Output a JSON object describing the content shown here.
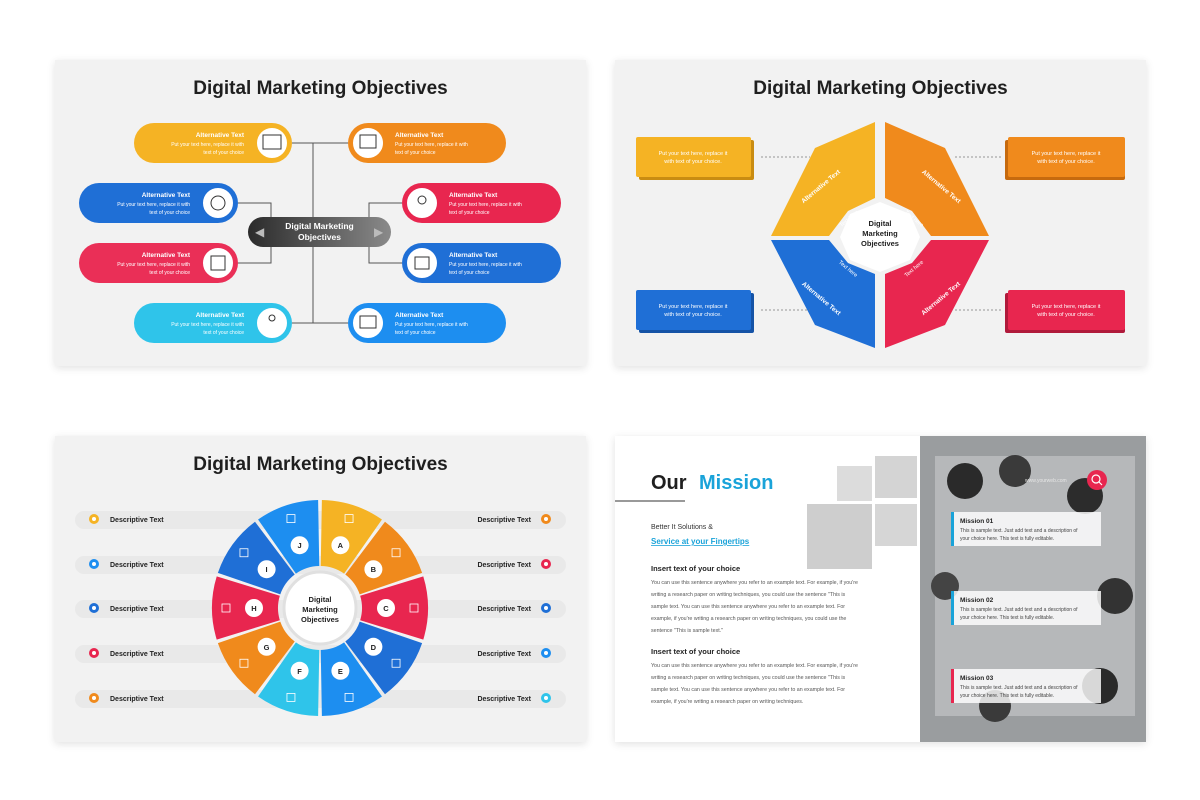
{
  "slide1": {
    "title": "Digital Marketing Objectives",
    "center_label_line1": "Digital Marketing",
    "center_label_line2": "Objectives",
    "items": [
      {
        "title": "Alternative Text",
        "line1": "Put your text here, replace it with",
        "line2": "text of your choice",
        "icon": "board-icon",
        "color": "#f5b324"
      },
      {
        "title": "Alternative Text",
        "line1": "Put your text here, replace it with",
        "line2": "text of your choice",
        "icon": "presentation-icon",
        "color": "#f08a1c"
      },
      {
        "title": "Alternative Text",
        "line1": "Put your text here, replace it with",
        "line2": "text of your choice",
        "icon": "handshake-icon",
        "color": "#1f6fd6"
      },
      {
        "title": "Alternative Text",
        "line1": "Put your text here, replace it with",
        "line2": "text of your choice",
        "icon": "meeting-icon",
        "color": "#e8264f"
      },
      {
        "title": "Alternative Text",
        "line1": "Put your text here, replace it with",
        "line2": "text of your choice",
        "icon": "calendar-icon",
        "color": "#ea2f57"
      },
      {
        "title": "Alternative Text",
        "line1": "Put your text here, replace it with",
        "line2": "text of your choice",
        "icon": "flowchart-icon",
        "color": "#1f6fd6"
      },
      {
        "title": "Alternative Text",
        "line1": "Put your text here, replace it with",
        "line2": "text of your choice",
        "icon": "hierarchy-icon",
        "color": "#2fc4ea"
      },
      {
        "title": "Alternative Text",
        "line1": "Put your text here, replace it with",
        "line2": "text of your choice",
        "icon": "desk-icon",
        "color": "#1d8ef0"
      }
    ]
  },
  "slide2": {
    "title": "Digital Marketing Objectives",
    "center_line1": "Digital",
    "center_line2": "Marketing",
    "center_line3": "Objectives",
    "segment_outer_label": "Alternative Text",
    "segment_inner_label": "Text here",
    "boxes": [
      {
        "line1": "Put your text here, replace it",
        "line2": "with text of your choice.",
        "color": "#f5b324"
      },
      {
        "line1": "Put your text here, replace it",
        "line2": "with text of your choice.",
        "color": "#f08a1c"
      },
      {
        "line1": "Put your text here, replace it",
        "line2": "with text of your choice.",
        "color": "#1f6fd6"
      },
      {
        "line1": "Put your text here, replace it",
        "line2": "with text of your choice.",
        "color": "#e8264f"
      }
    ],
    "colors": [
      "#f5b324",
      "#f08a1c",
      "#1f6fd6",
      "#e8264f"
    ]
  },
  "slide3": {
    "title": "Digital Marketing Objectives",
    "center_line1": "Digital",
    "center_line2": "Marketing",
    "center_line3": "Objectives",
    "letters": [
      "A",
      "B",
      "C",
      "D",
      "E",
      "F",
      "G",
      "H",
      "I",
      "J"
    ],
    "segment_colors": [
      "#f5b324",
      "#f08a1c",
      "#e8264f",
      "#1f6fd6",
      "#1d8ef0",
      "#2fc4ea",
      "#f08a1c",
      "#e8264f",
      "#1f6fd6",
      "#1d8ef0"
    ],
    "left_labels": [
      {
        "text": "Descriptive Text",
        "color": "#f5b324"
      },
      {
        "text": "Descriptive Text",
        "color": "#1d8ef0"
      },
      {
        "text": "Descriptive Text",
        "color": "#1f6fd6"
      },
      {
        "text": "Descriptive Text",
        "color": "#e8264f"
      },
      {
        "text": "Descriptive Text",
        "color": "#f08a1c"
      }
    ],
    "right_labels": [
      {
        "text": "Descriptive Text",
        "color": "#f08a1c"
      },
      {
        "text": "Descriptive Text",
        "color": "#e8264f"
      },
      {
        "text": "Descriptive Text",
        "color": "#1f6fd6"
      },
      {
        "text": "Descriptive Text",
        "color": "#1d8ef0"
      },
      {
        "text": "Descriptive Text",
        "color": "#2fc4ea"
      }
    ]
  },
  "slide4": {
    "title_our": "Our",
    "title_mission": "Mission",
    "subtitle": "Better It Solutions &",
    "link": "Service at your Fingertips",
    "website": "www.yourweb.com",
    "sections": [
      {
        "heading": "Insert text of your choice",
        "lines": [
          "You can use this sentence anywhere you refer to an example text. For example, if you're",
          "writing a research paper on writing techniques, you could use the sentence \"This is",
          "sample text. You can use this sentence anywhere you refer to an example text. For",
          "example, if you're writing a research paper on writing techniques, you could use the",
          "sentence \"This is sample text.\""
        ]
      },
      {
        "heading": "Insert text of your choice",
        "lines": [
          "You can use this sentence anywhere you refer to an example text. For example, if you're",
          "writing a research paper on writing techniques, you could use the sentence \"This is",
          "sample text. You can use this sentence anywhere you refer to an example text. For",
          "example, if you're writing a research paper on writing techniques."
        ]
      }
    ],
    "missions": [
      {
        "title": "Mission 01",
        "line1": "This is sample text. Just add text and a description of",
        "line2": "your choice here. This text is fully editable."
      },
      {
        "title": "Mission 02",
        "line1": "This is sample text. Just add text and a description of",
        "line2": "your choice here. This text is fully editable."
      },
      {
        "title": "Mission 03",
        "line1": "This is sample text. Just add text and a description of",
        "line2": "your choice here. This text is fully editable."
      }
    ],
    "accent": "#1aa3d9",
    "brand_red": "#e8264f"
  }
}
